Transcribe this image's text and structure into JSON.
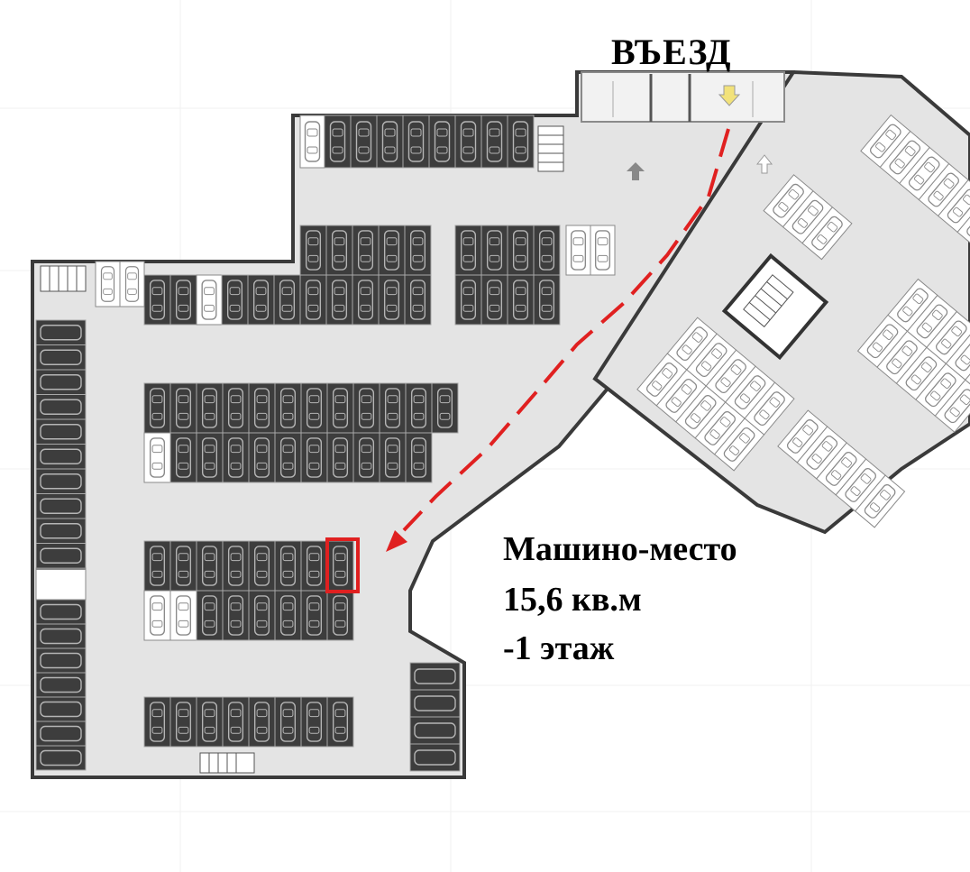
{
  "entrance": {
    "label": "ВЪЕЗД"
  },
  "spot_info": {
    "line1": "Машино-место",
    "line2": "15,6 кв.м",
    "line3": "-1 этаж"
  },
  "colors": {
    "background": "#ffffff",
    "floor": "#e4e4e4",
    "wall": "#3a3a3a",
    "stall": "#3d3d3d",
    "stall_line": "#a8a8a8",
    "route": "#e02020",
    "highlight": "#e02020",
    "entry_arrow": "#f2e27a"
  }
}
